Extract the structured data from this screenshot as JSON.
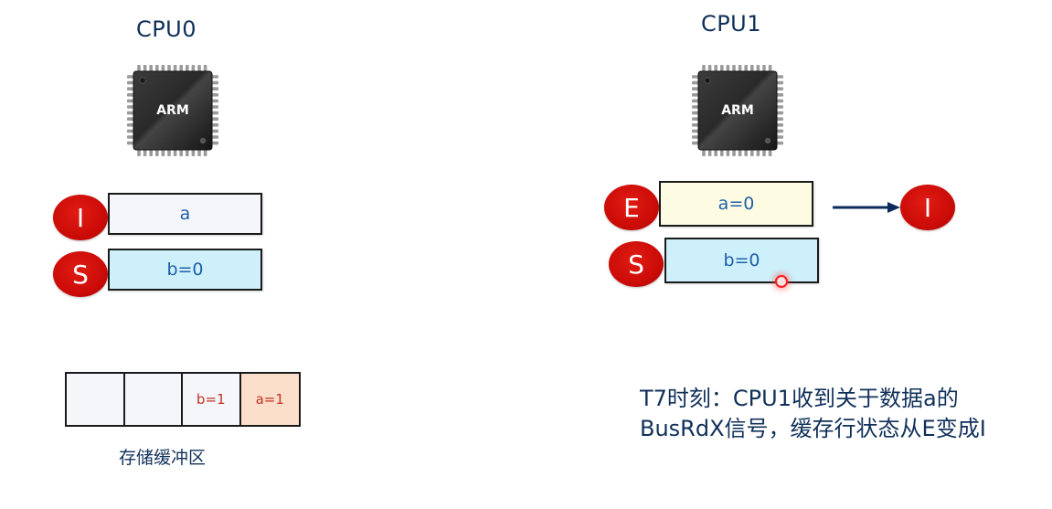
{
  "cpu0": {
    "title": "CPU0",
    "chip_label": "ARM",
    "cache_lines": [
      {
        "state": "I",
        "content": "a",
        "fill": "#f4f6fa"
      },
      {
        "state": "S",
        "content": "b=0",
        "fill": "#cdf0fb"
      }
    ],
    "store_buffer": {
      "label": "存储缓冲区",
      "cells": [
        {
          "content": "",
          "fill": "#f4f6fa"
        },
        {
          "content": "",
          "fill": "#f4f6fa"
        },
        {
          "content": "b=1",
          "fill": "#f4f6fa"
        },
        {
          "content": "a=1",
          "fill": "#fbdfcb"
        }
      ]
    }
  },
  "cpu1": {
    "title": "CPU1",
    "chip_label": "ARM",
    "cache_lines": [
      {
        "state": "E",
        "content": "a=0",
        "fill": "#fdfbe1"
      },
      {
        "state": "S",
        "content": "b=0",
        "fill": "#cdf0fb"
      }
    ],
    "transition": {
      "from": "E",
      "to": "I",
      "arrow_color": "#0d2a5c"
    }
  },
  "note": {
    "text": "T7时刻：CPU1收到关于数据a的BusRdX信号，缓存行状态从E变成I"
  },
  "colors": {
    "state_badge": "#cc0c08",
    "title_text": "#10305a",
    "line_text": "#1f5fa8",
    "buffer_text": "#c23226"
  }
}
